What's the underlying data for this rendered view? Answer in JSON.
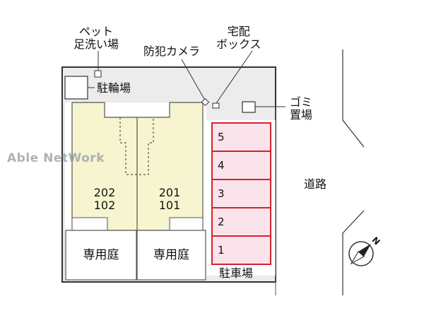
{
  "watermark": "Able NetWork",
  "labels": {
    "pet_wash": "ペット\n足洗い場",
    "bicycle_parking": "駐輪場",
    "security_camera": "防犯カメラ",
    "delivery_box": "宅配\nボックス",
    "garbage": "ゴミ\n置場",
    "road": "道路",
    "parking": "駐車場",
    "north": "N"
  },
  "units": {
    "left": {
      "upper": "202",
      "lower": "102"
    },
    "right": {
      "upper": "201",
      "lower": "101"
    }
  },
  "gardens": {
    "left": "専用庭",
    "right": "専用庭"
  },
  "parking_slots": [
    "5",
    "4",
    "3",
    "2",
    "1"
  ],
  "colors": {
    "unit_fill": "#f6f5cf",
    "parking_fill": "#fbe3ec",
    "parking_border": "#d3232e",
    "common_area": "#ececec"
  }
}
